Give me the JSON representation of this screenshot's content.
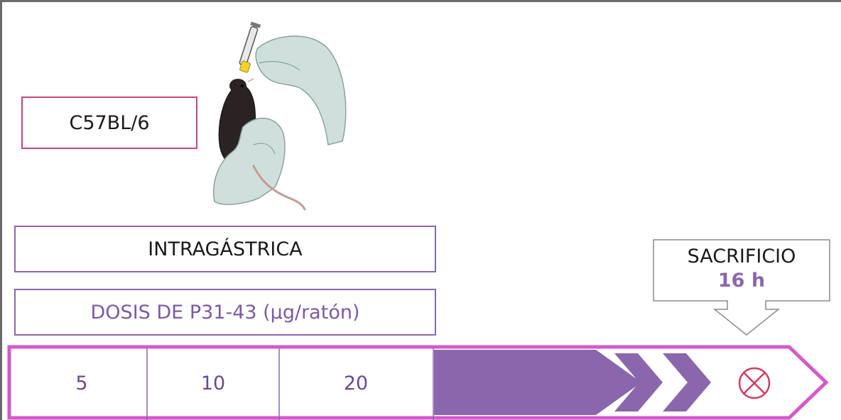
{
  "strain": {
    "label": "C57BL/6"
  },
  "route": {
    "label": "INTRAGÁSTRICA"
  },
  "dose": {
    "title": "DOSIS DE P31-43 (µg/ratón)",
    "values": [
      "5",
      "10",
      "20"
    ]
  },
  "endpoint": {
    "title": "SACRIFICIO",
    "time": "16 h",
    "icon": "circled-x-icon"
  },
  "illustration": {
    "icon": "mouse-gavage-icon"
  },
  "colors": {
    "magenta": "#d45ac9",
    "purple": "#8a67ad",
    "box_pink": "#c9477f",
    "cross_red": "#d23c63"
  }
}
